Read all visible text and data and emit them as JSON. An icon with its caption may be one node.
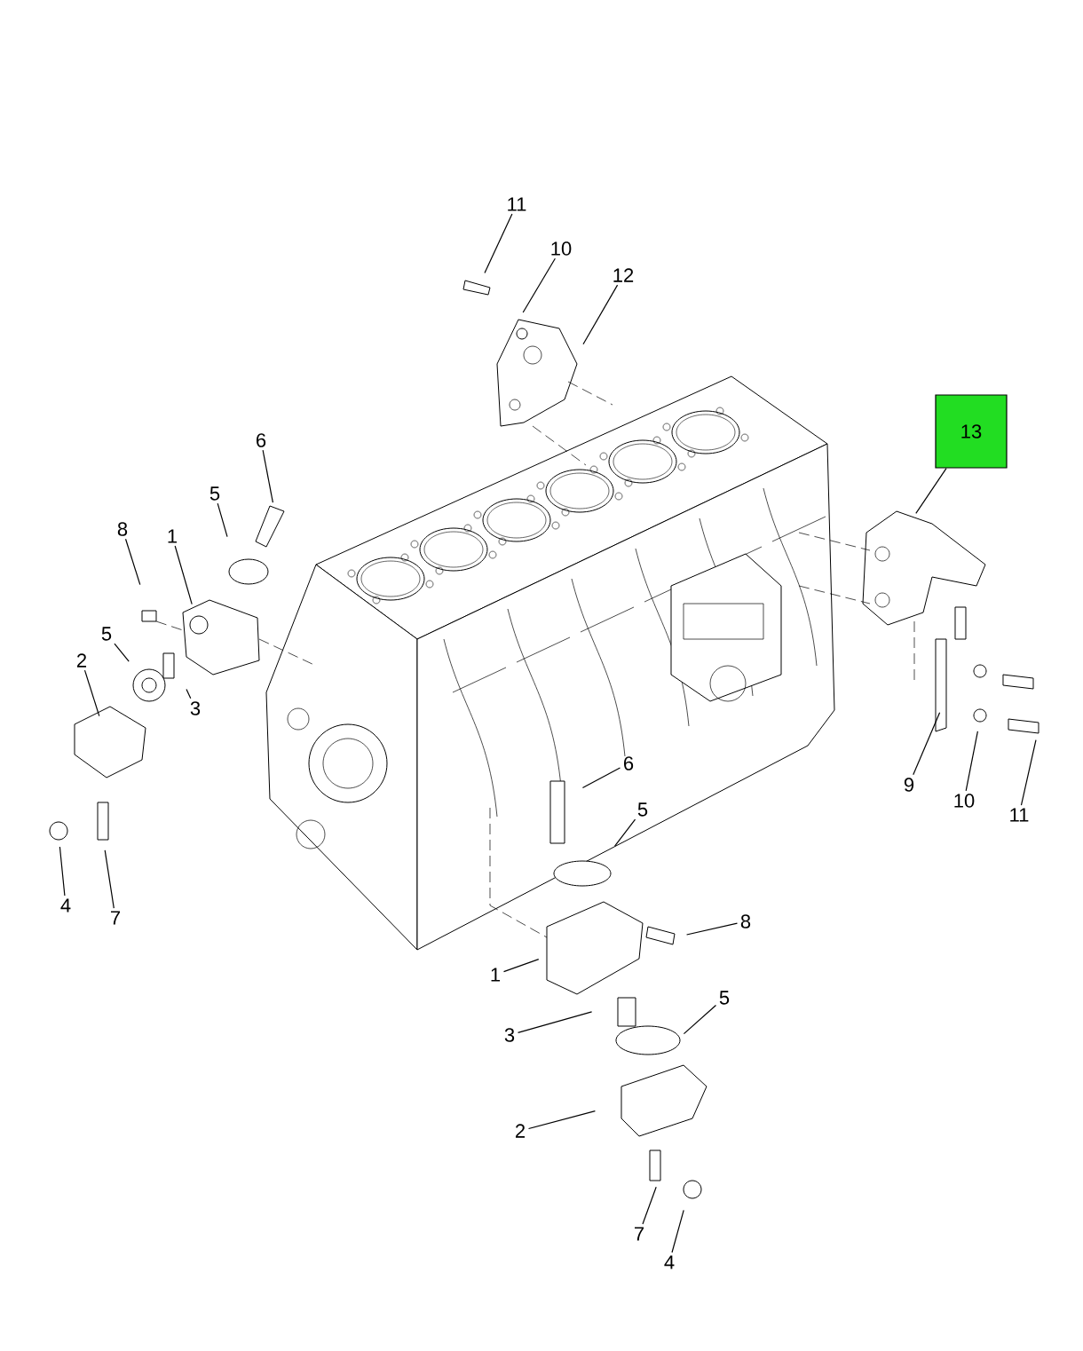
{
  "diagram": {
    "nodes": [
      {
        "text": [
          "11"
        ]
      },
      {
        "text": [
          "10"
        ]
      },
      {
        "text": [
          "12"
        ]
      },
      {
        "text": [
          "13"
        ]
      },
      {
        "text": [
          "6"
        ]
      },
      {
        "text": [
          "5"
        ]
      },
      {
        "text": [
          "8"
        ]
      },
      {
        "text": [
          "1"
        ]
      },
      {
        "text": [
          "5"
        ]
      },
      {
        "text": [
          "2"
        ]
      },
      {
        "text": [
          "3"
        ]
      },
      {
        "text": [
          "4"
        ]
      },
      {
        "text": [
          "7"
        ]
      },
      {
        "text": [
          "9"
        ]
      },
      {
        "text": [
          "10"
        ]
      },
      {
        "text": [
          "11"
        ]
      },
      {
        "text": [
          "6"
        ]
      },
      {
        "text": [
          "5"
        ]
      },
      {
        "text": [
          "8"
        ]
      },
      {
        "text": [
          "1"
        ]
      },
      {
        "text": [
          "3"
        ]
      },
      {
        "text": [
          "5"
        ]
      },
      {
        "text": [
          "2"
        ]
      },
      {
        "text": [
          "7"
        ]
      },
      {
        "text": [
          "4"
        ]
      }
    ],
    "edges": [
      {
        "from": 0,
        "to": null,
        "arrow": "none"
      },
      {
        "from": 1,
        "to": null,
        "arrow": "none"
      },
      {
        "from": 2,
        "to": null,
        "arrow": "none"
      },
      {
        "from": 3,
        "to": null,
        "arrow": "none"
      },
      {
        "from": 4,
        "to": null,
        "arrow": "none"
      },
      {
        "from": 5,
        "to": null,
        "arrow": "none"
      },
      {
        "from": 6,
        "to": null,
        "arrow": "none"
      },
      {
        "from": 7,
        "to": null,
        "arrow": "none"
      },
      {
        "from": 8,
        "to": null,
        "arrow": "none"
      },
      {
        "from": 9,
        "to": null,
        "arrow": "none"
      },
      {
        "from": 10,
        "to": null,
        "arrow": "none"
      },
      {
        "from": 11,
        "to": null,
        "arrow": "none"
      },
      {
        "from": 12,
        "to": null,
        "arrow": "none"
      },
      {
        "from": 13,
        "to": null,
        "arrow": "none"
      },
      {
        "from": 14,
        "to": null,
        "arrow": "none"
      },
      {
        "from": 15,
        "to": null,
        "arrow": "none"
      },
      {
        "from": 16,
        "to": null,
        "arrow": "none"
      },
      {
        "from": 17,
        "to": null,
        "arrow": "none"
      },
      {
        "from": 18,
        "to": null,
        "arrow": "none"
      },
      {
        "from": 19,
        "to": null,
        "arrow": "none"
      },
      {
        "from": 20,
        "to": null,
        "arrow": "none"
      },
      {
        "from": 21,
        "to": null,
        "arrow": "none"
      },
      {
        "from": 22,
        "to": null,
        "arrow": "none"
      },
      {
        "from": 23,
        "to": null,
        "arrow": "none"
      },
      {
        "from": 24,
        "to": null,
        "arrow": "none"
      }
    ]
  }
}
